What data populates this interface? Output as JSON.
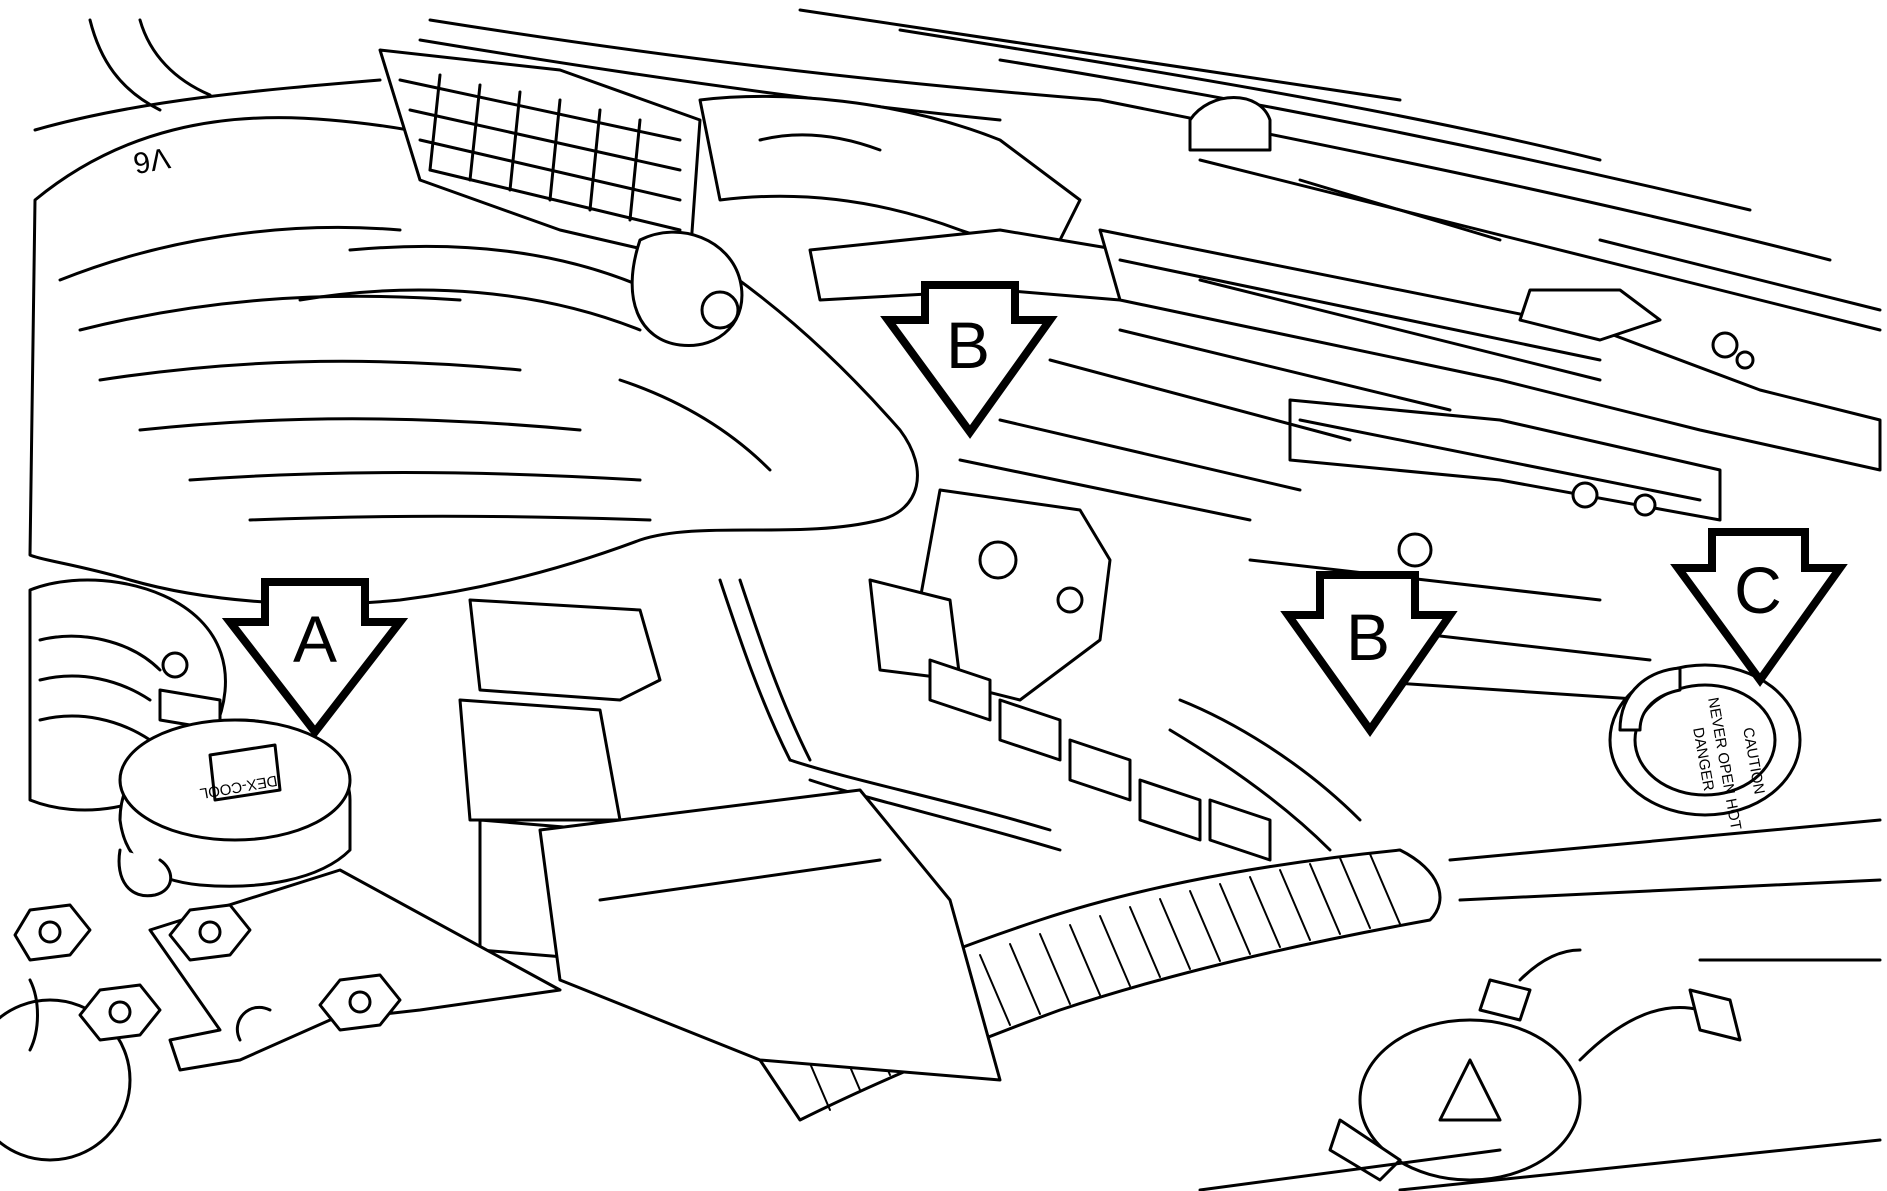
{
  "callouts": {
    "a": "A",
    "b_left": "B",
    "b_right": "B",
    "c": "C"
  },
  "printed_marks": {
    "cover_number": "V6",
    "cap_a_text": "DEX-COOL",
    "cap_c_text_1": "NEVER OPEN HOT",
    "cap_c_text_2": "DANGER",
    "cap_c_text_3": "CAUTION"
  },
  "colors": {
    "line": "#000000",
    "background": "#ffffff"
  }
}
